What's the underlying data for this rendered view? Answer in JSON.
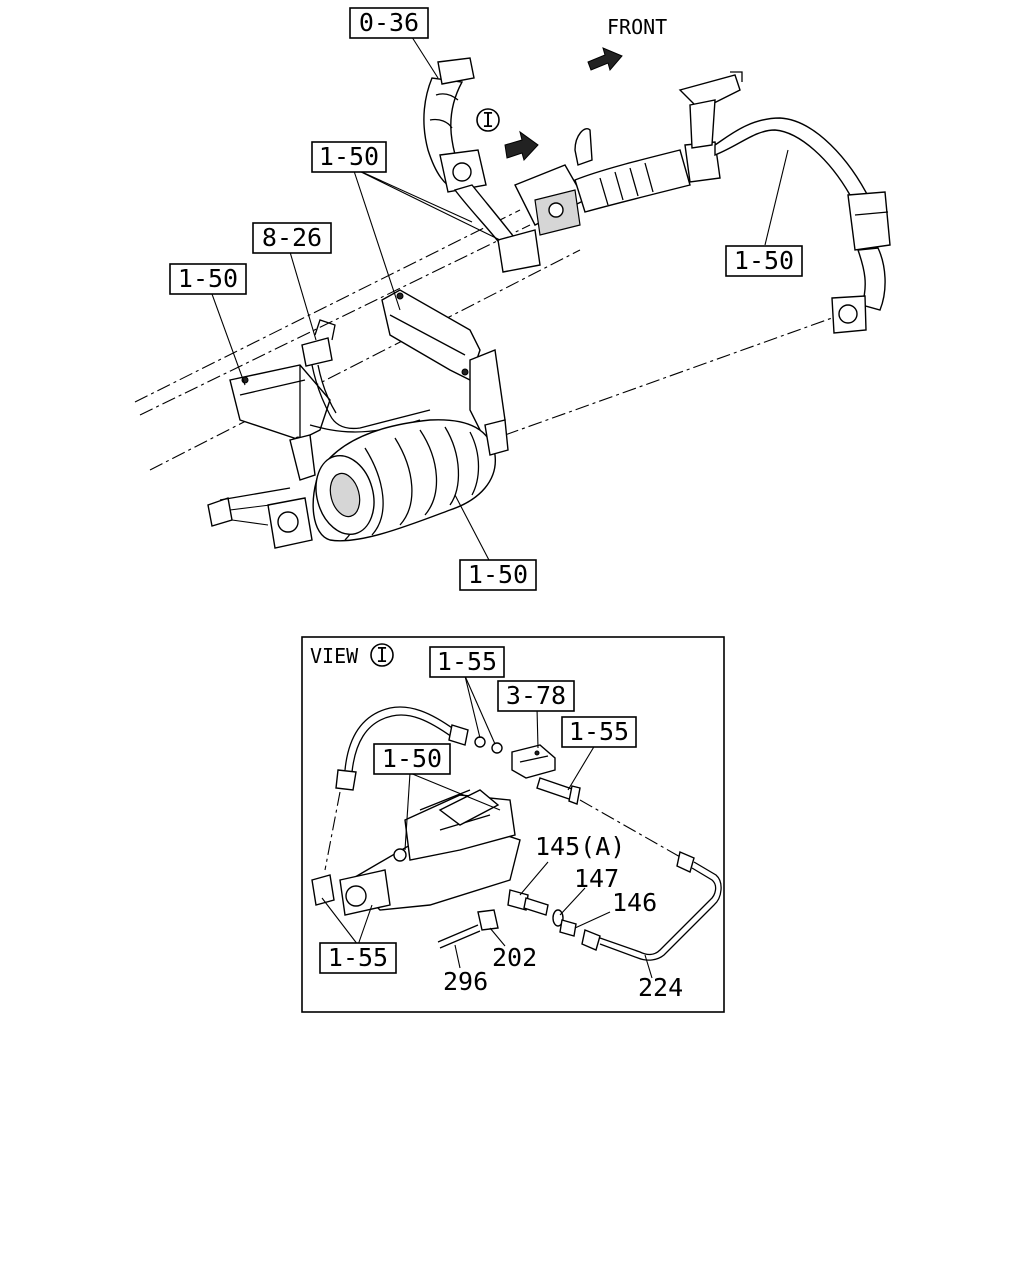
{
  "labels": {
    "top_0_36": "0-36",
    "top_1_50_a": "1-50",
    "top_1_50_b": "1-50",
    "top_1_50_c": "1-50",
    "top_1_50_d": "1-50",
    "top_8_26": "8-26",
    "front": "FRONT",
    "view_marker": "I",
    "view_title": "VIEW",
    "view_marker_2": "I",
    "view_1_55_a": "1-55",
    "view_3_78": "3-78",
    "view_1_55_b": "1-55",
    "view_1_50": "1-50",
    "view_1_55_c": "1-55",
    "part_145a": "145(A)",
    "part_147": "147",
    "part_146": "146",
    "part_202": "202",
    "part_296": "296",
    "part_224": "224"
  }
}
